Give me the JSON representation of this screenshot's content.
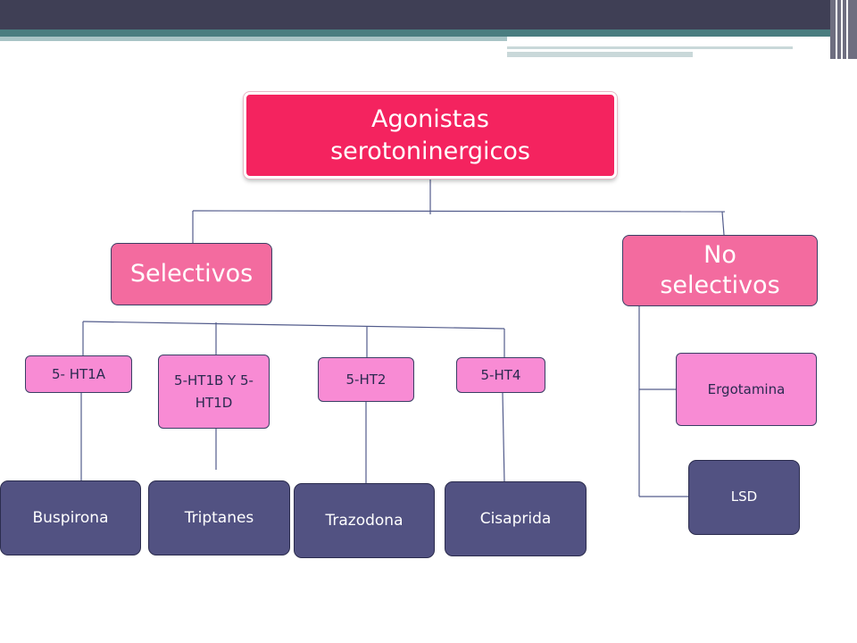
{
  "diagram": {
    "root": {
      "label": "Agonistas serotoninergicos"
    },
    "selectivos": {
      "label": "Selectivos",
      "receptors": [
        {
          "label": "5- HT1A",
          "drug": "Buspirona"
        },
        {
          "label": "5-HT1B Y 5-HT1D",
          "drug": "Triptanes"
        },
        {
          "label": "5-HT2",
          "drug": "Trazodona"
        },
        {
          "label": "5-HT4",
          "drug": "Cisaprida"
        }
      ]
    },
    "no_selectivos": {
      "label": "No selectivos",
      "items": [
        {
          "label": "Ergotamina"
        },
        {
          "label": "LSD"
        }
      ]
    }
  },
  "colors": {
    "root_fill": "#f4235f",
    "level1_fill": "#f36b9f",
    "level2_fill": "#f88bd4",
    "leaf_fill": "#525282",
    "connector": "#535c8c"
  }
}
